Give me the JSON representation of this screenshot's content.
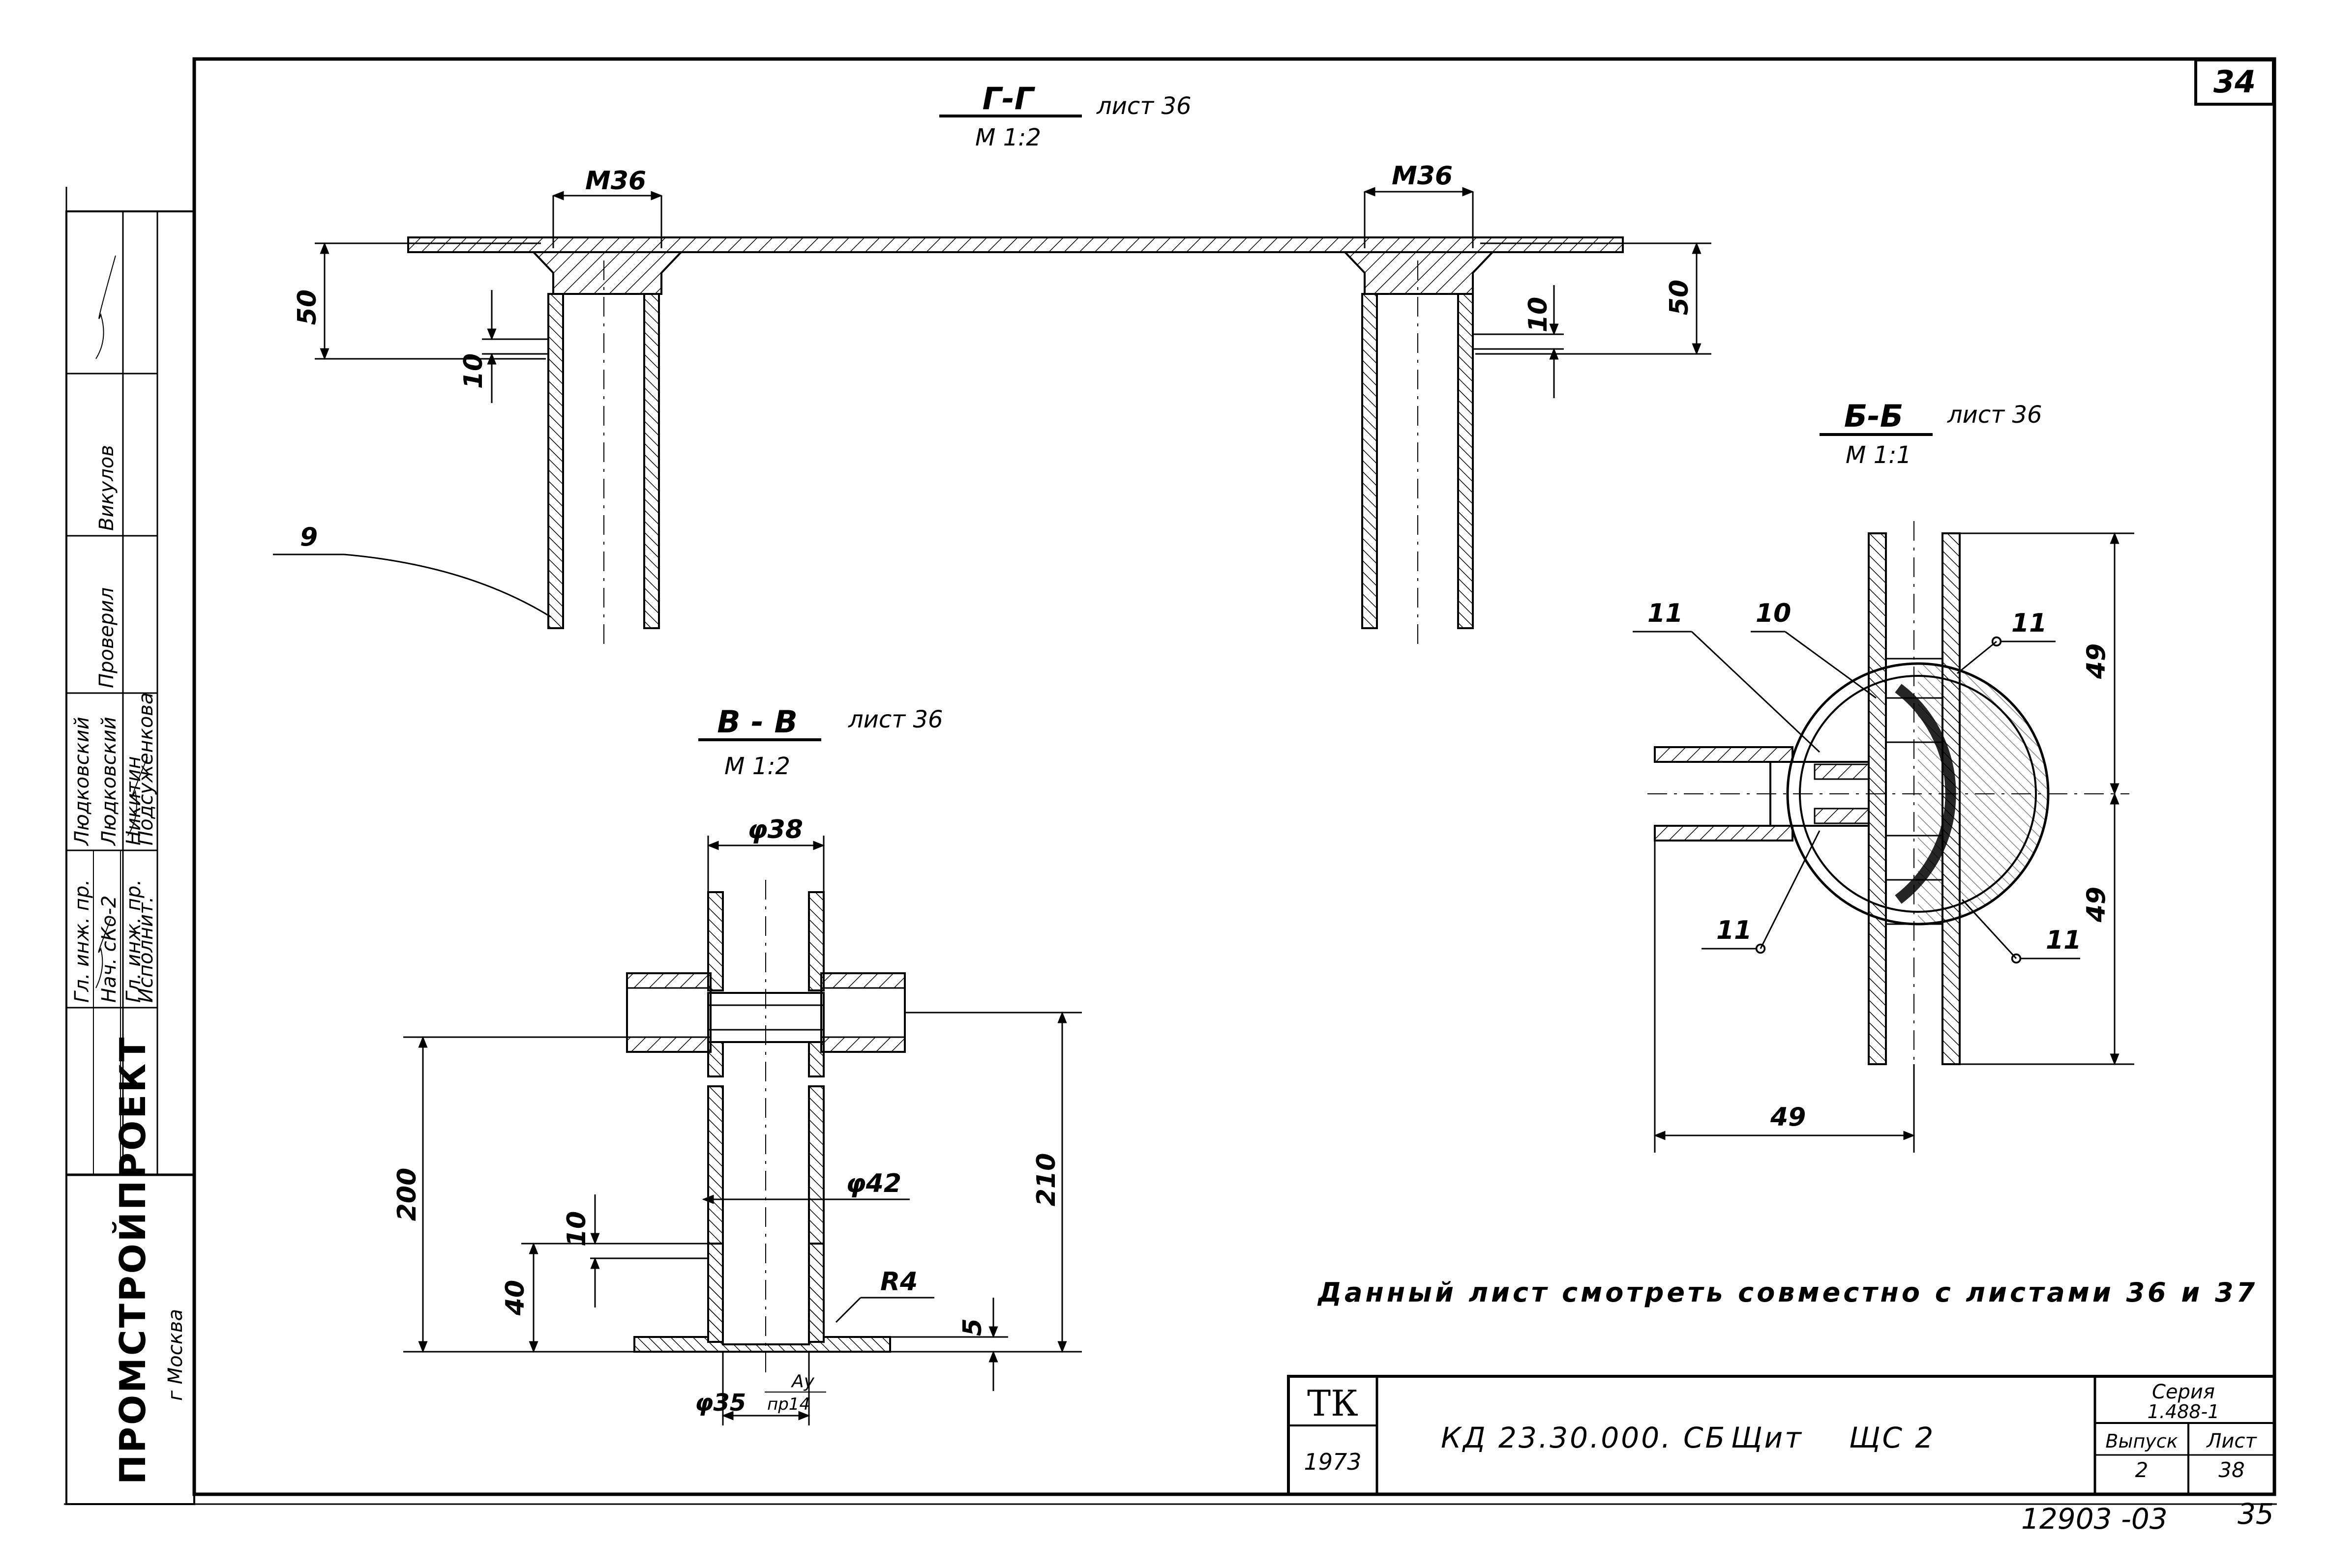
{
  "sheet": {
    "corner_number": "34",
    "bottom_number": "35",
    "archive_number": "12903 -03",
    "note": "Данный лист смотреть совместно с листами 36 и 37"
  },
  "sections": {
    "gg": {
      "title": "Г-Г",
      "ref": "лист 36",
      "scale": "М 1:2",
      "dims": {
        "m36_left": "М36",
        "m36_right": "М36",
        "h50_left": "50",
        "h50_right": "50",
        "h10_left": "10",
        "h10_right": "10"
      },
      "callouts": {
        "part": "9"
      }
    },
    "bb": {
      "title": "Б-Б",
      "ref": "лист 36",
      "scale": "М 1:1",
      "dims": {
        "h49_top": "49",
        "h49_bottom": "49",
        "w49": "49"
      },
      "callouts": {
        "c11_top_left": "11",
        "c10": "10",
        "c11_top_right": "11",
        "c11_bottom_left": "11",
        "c11_bottom_right": "11"
      }
    },
    "vv": {
      "title": "В - В",
      "ref": "лист 36",
      "scale": "М 1:2",
      "dims": {
        "d38": "φ38",
        "d42": "φ42",
        "h200": "200",
        "h210": "210",
        "h40": "40",
        "h10": "10",
        "r4": "R4",
        "h5": "5",
        "d35": "φ35",
        "ay": "Ay",
        "pr14": "пр14"
      }
    }
  },
  "stamp": {
    "code": "ТК",
    "year": "1973",
    "designation": "КД 23.30.000. СБ",
    "name_label": "Щит",
    "name_value": "ЩС 2",
    "series_label": "Серия",
    "series_value": "1.488-1",
    "issue_label": "Выпуск",
    "issue_value": "2",
    "sheet_label": "Лист",
    "sheet_value": "38"
  },
  "side_block": {
    "org": "ПРОМСТРОЙПРОЕКТ",
    "city": "г Москва",
    "rows": [
      {
        "role": "Нач. сКо-2",
        "name": "Людковский"
      },
      {
        "role": "Гл. инж. пр.",
        "name": "Людковский"
      },
      {
        "role": "Гл. инж. пр.",
        "name": "Никитин"
      },
      {
        "role": "Исполнит.",
        "name": "Подсуженкова"
      }
    ],
    "checker_role": "Проверил",
    "checker_name": "Викулов"
  }
}
